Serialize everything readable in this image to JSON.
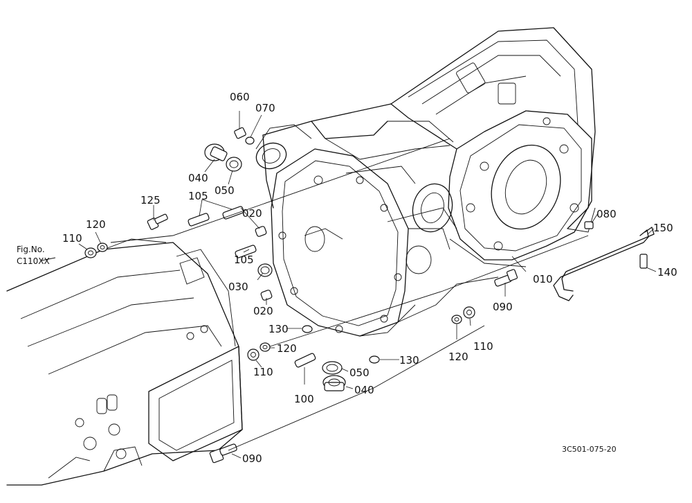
{
  "diagram": {
    "callouts": [
      {
        "id": "c060",
        "text": "060"
      },
      {
        "id": "c070",
        "text": "070"
      },
      {
        "id": "c040a",
        "text": "040"
      },
      {
        "id": "c050a",
        "text": "050"
      },
      {
        "id": "c125",
        "text": "125"
      },
      {
        "id": "c105a",
        "text": "105"
      },
      {
        "id": "c020a",
        "text": "020"
      },
      {
        "id": "c120a",
        "text": "120"
      },
      {
        "id": "c110a",
        "text": "110"
      },
      {
        "id": "c105b",
        "text": "105"
      },
      {
        "id": "c030",
        "text": "030"
      },
      {
        "id": "c020b",
        "text": "020"
      },
      {
        "id": "c080",
        "text": "080"
      },
      {
        "id": "c150",
        "text": "150"
      },
      {
        "id": "c140",
        "text": "140"
      },
      {
        "id": "c010",
        "text": "010"
      },
      {
        "id": "c090a",
        "text": "090"
      },
      {
        "id": "c130a",
        "text": "130"
      },
      {
        "id": "c120b",
        "text": "120"
      },
      {
        "id": "c110b",
        "text": "110"
      },
      {
        "id": "c130b",
        "text": "130"
      },
      {
        "id": "c120c",
        "text": "120"
      },
      {
        "id": "c110c",
        "text": "110"
      },
      {
        "id": "c050b",
        "text": "050"
      },
      {
        "id": "c040b",
        "text": "040"
      },
      {
        "id": "c100",
        "text": "100"
      },
      {
        "id": "c090b",
        "text": "090"
      }
    ],
    "fig_ref": {
      "line1": "Fig.No.",
      "line2": "C110XX"
    },
    "drawing_code": "3C501-075-20"
  }
}
